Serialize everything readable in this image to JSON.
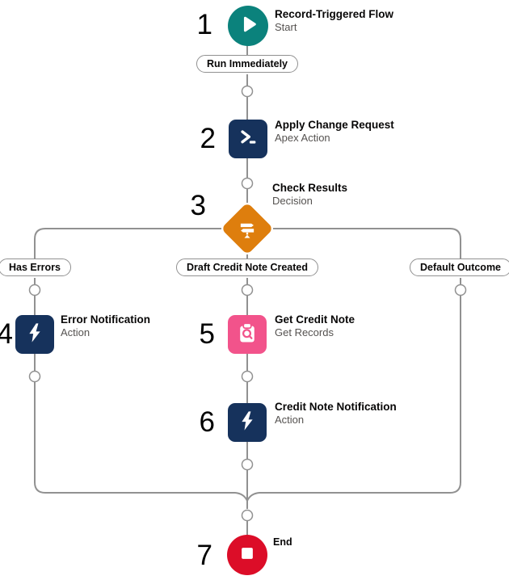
{
  "flow": {
    "nodes": [
      {
        "number": "1",
        "title": "Record-Triggered Flow",
        "subtitle": "Start",
        "type": "start",
        "icon": "play-icon"
      },
      {
        "number": "2",
        "title": "Apply Change Request",
        "subtitle": "Apex Action",
        "type": "apex",
        "icon": "terminal-icon"
      },
      {
        "number": "3",
        "title": "Check Results",
        "subtitle": "Decision",
        "type": "decision",
        "icon": "signpost-icon"
      },
      {
        "number": "4",
        "title": "Error Notification",
        "subtitle": "Action",
        "type": "action",
        "icon": "lightning-icon"
      },
      {
        "number": "5",
        "title": "Get Credit Note",
        "subtitle": "Get Records",
        "type": "get-records",
        "icon": "record-search-icon"
      },
      {
        "number": "6",
        "title": "Credit Note Notification",
        "subtitle": "Action",
        "type": "action",
        "icon": "lightning-icon"
      },
      {
        "number": "7",
        "title": "End",
        "subtitle": "",
        "type": "end",
        "icon": "stop-icon"
      }
    ],
    "connector_labels": {
      "run_immediately": "Run Immediately",
      "has_errors": "Has Errors",
      "draft_credit_note_created": "Draft Credit Note Created",
      "default_outcome": "Default Outcome"
    },
    "colors": {
      "start_teal": "#0b827c",
      "action_navy": "#16325c",
      "decision_orange": "#de7e0d",
      "get_records_pink": "#f2538b",
      "end_red": "#dc0d28",
      "connector_gray": "#919191"
    }
  }
}
